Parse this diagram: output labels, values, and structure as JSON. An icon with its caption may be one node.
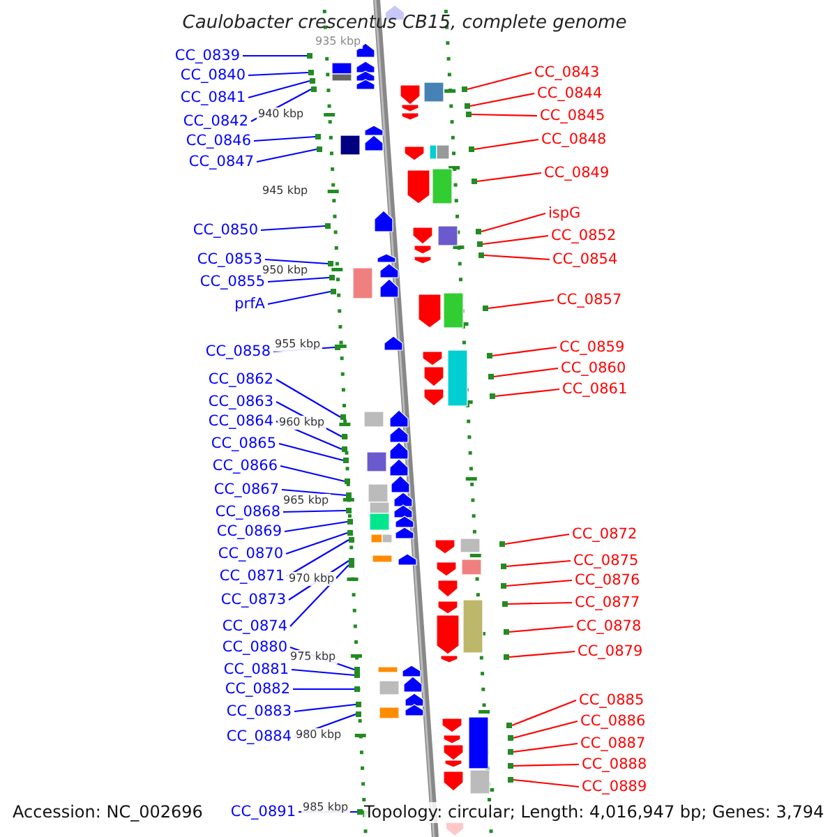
{
  "diagram": {
    "title": "Caulobacter crescentus CB15, complete genome",
    "nodes": [
      {
        "text": [
          "CC_0839"
        ]
      },
      {
        "text": [
          "CC_0840"
        ]
      },
      {
        "text": [
          "CC_0841"
        ]
      },
      {
        "text": [
          "CC_0842"
        ]
      },
      {
        "text": [
          "CC_0846"
        ]
      },
      {
        "text": [
          "CC_0847"
        ]
      },
      {
        "text": [
          "CC_0850"
        ]
      },
      {
        "text": [
          "CC_0853"
        ]
      },
      {
        "text": [
          "CC_0855"
        ]
      },
      {
        "text": [
          "prfA"
        ]
      },
      {
        "text": [
          "CC_0858"
        ]
      },
      {
        "text": [
          "CC_0862"
        ]
      },
      {
        "text": [
          "CC_0863"
        ]
      },
      {
        "text": [
          "CC_0864"
        ]
      },
      {
        "text": [
          "CC_0865"
        ]
      },
      {
        "text": [
          "CC_0866"
        ]
      },
      {
        "text": [
          "CC_0867"
        ]
      },
      {
        "text": [
          "CC_0868"
        ]
      },
      {
        "text": [
          "CC_0869"
        ]
      },
      {
        "text": [
          "CC_0870"
        ]
      },
      {
        "text": [
          "CC_0871"
        ]
      },
      {
        "text": [
          "CC_0873"
        ]
      },
      {
        "text": [
          "CC_0874"
        ]
      },
      {
        "text": [
          "CC_0880"
        ]
      },
      {
        "text": [
          "CC_0881"
        ]
      },
      {
        "text": [
          "CC_0882"
        ]
      },
      {
        "text": [
          "CC_0883"
        ]
      },
      {
        "text": [
          "CC_0884"
        ]
      },
      {
        "text": [
          "CC_0891"
        ]
      },
      {
        "text": [
          "CC_0843"
        ]
      },
      {
        "text": [
          "CC_0844"
        ]
      },
      {
        "text": [
          "CC_0845"
        ]
      },
      {
        "text": [
          "CC_0848"
        ]
      },
      {
        "text": [
          "CC_0849"
        ]
      },
      {
        "text": [
          "ispG"
        ]
      },
      {
        "text": [
          "CC_0852"
        ]
      },
      {
        "text": [
          "CC_0854"
        ]
      },
      {
        "text": [
          "CC_0857"
        ]
      },
      {
        "text": [
          "CC_0859"
        ]
      },
      {
        "text": [
          "CC_0860"
        ]
      },
      {
        "text": [
          "CC_0861"
        ]
      },
      {
        "text": [
          "CC_0872"
        ]
      },
      {
        "text": [
          "CC_0875"
        ]
      },
      {
        "text": [
          "CC_0876"
        ]
      },
      {
        "text": [
          "CC_0877"
        ]
      },
      {
        "text": [
          "CC_0878"
        ]
      },
      {
        "text": [
          "CC_0879"
        ]
      },
      {
        "text": [
          "CC_0885"
        ]
      },
      {
        "text": [
          "CC_0886"
        ]
      },
      {
        "text": [
          "CC_0887"
        ]
      },
      {
        "text": [
          "CC_0888"
        ]
      },
      {
        "text": [
          "CC_0889"
        ]
      },
      {
        "text": [],
        "shape": "box"
      },
      {
        "text": [],
        "shape": "box"
      },
      {
        "text": [],
        "shape": "box"
      },
      {
        "text": [],
        "shape": "box"
      },
      {
        "text": [],
        "shape": "box"
      },
      {
        "text": [],
        "shape": "box"
      },
      {
        "text": [],
        "shape": "box"
      },
      {
        "text": [],
        "shape": "box"
      },
      {
        "text": [],
        "shape": "box"
      },
      {
        "text": [],
        "shape": "box"
      },
      {
        "text": [],
        "shape": "box"
      },
      {
        "text": [],
        "shape": "box"
      },
      {
        "text": [],
        "shape": "box"
      },
      {
        "text": [],
        "shape": "box"
      },
      {
        "text": [],
        "shape": "box"
      },
      {
        "text": [],
        "shape": "box"
      },
      {
        "text": [],
        "shape": "box"
      },
      {
        "text": [],
        "shape": "box"
      },
      {
        "text": [],
        "shape": "box"
      },
      {
        "text": [],
        "shape": "box"
      },
      {
        "text": [],
        "shape": "box"
      },
      {
        "text": [],
        "shape": "box"
      },
      {
        "text": [],
        "shape": "box"
      },
      {
        "text": [],
        "shape": "box"
      },
      {
        "text": [],
        "shape": "box"
      },
      {
        "text": [],
        "shape": "box"
      },
      {
        "text": [],
        "shape": "box"
      },
      {
        "text": [],
        "shape": "box"
      },
      {
        "text": [],
        "shape": "box"
      },
      {
        "text": [],
        "shape": "box"
      },
      {
        "text": [],
        "shape": "box"
      },
      {
        "text": [],
        "shape": "box"
      },
      {
        "text": [],
        "shape": "box"
      },
      {
        "text": [],
        "shape": "box"
      },
      {
        "text": [],
        "shape": "box"
      },
      {
        "text": [],
        "shape": "box"
      },
      {
        "text": [],
        "shape": "box"
      },
      {
        "text": [],
        "shape": "box"
      },
      {
        "text": [],
        "shape": "box"
      },
      {
        "text": [],
        "shape": "box"
      },
      {
        "text": [],
        "shape": "box"
      },
      {
        "text": [],
        "shape": "box"
      },
      {
        "text": [],
        "shape": "box"
      },
      {
        "text": [],
        "shape": "box"
      },
      {
        "text": [],
        "shape": "box"
      },
      {
        "text": [],
        "shape": "box"
      },
      {
        "text": [],
        "shape": "box"
      },
      {
        "text": [],
        "shape": "box"
      },
      {
        "text": [],
        "shape": "box"
      },
      {
        "text": [],
        "shape": "box"
      },
      {
        "text": [],
        "shape": "box"
      },
      {
        "text": [],
        "shape": "box"
      }
    ],
    "edges": [
      {
        "from": 0,
        "to": 52,
        "arrow": "none"
      },
      {
        "from": 1,
        "to": 53,
        "arrow": "none"
      },
      {
        "from": 2,
        "to": 54,
        "arrow": "none"
      },
      {
        "from": 3,
        "to": 55,
        "arrow": "none"
      },
      {
        "from": 4,
        "to": 56,
        "arrow": "none"
      },
      {
        "from": 5,
        "to": 57,
        "arrow": "none"
      },
      {
        "from": 6,
        "to": 58,
        "arrow": "none"
      },
      {
        "from": 7,
        "to": 59,
        "arrow": "none"
      },
      {
        "from": 8,
        "to": 60,
        "arrow": "none"
      },
      {
        "from": 9,
        "to": 61,
        "arrow": "none"
      },
      {
        "from": 10,
        "to": 62,
        "arrow": "none"
      },
      {
        "from": 11,
        "to": 63,
        "arrow": "none"
      },
      {
        "from": 12,
        "to": 64,
        "arrow": "none"
      },
      {
        "from": 13,
        "to": 65,
        "arrow": "none"
      },
      {
        "from": 14,
        "to": 66,
        "arrow": "none"
      },
      {
        "from": 15,
        "to": 67,
        "arrow": "none"
      },
      {
        "from": 16,
        "to": 68,
        "arrow": "none"
      },
      {
        "from": 17,
        "to": 69,
        "arrow": "none"
      },
      {
        "from": 18,
        "to": 70,
        "arrow": "none"
      },
      {
        "from": 19,
        "to": 71,
        "arrow": "none"
      },
      {
        "from": 20,
        "to": 72,
        "arrow": "none"
      },
      {
        "from": 21,
        "to": 73,
        "arrow": "none"
      },
      {
        "from": 22,
        "to": 74,
        "arrow": "none"
      },
      {
        "from": 23,
        "to": 75,
        "arrow": "none"
      },
      {
        "from": 24,
        "to": 76,
        "arrow": "none"
      },
      {
        "from": 25,
        "to": 77,
        "arrow": "none"
      },
      {
        "from": 26,
        "to": 78,
        "arrow": "none"
      },
      {
        "from": 27,
        "to": 79,
        "arrow": "none"
      },
      {
        "from": 28,
        "to": 80,
        "arrow": "none"
      },
      {
        "from": 29,
        "to": 81,
        "arrow": "none",
        "color": "#ff0000"
      },
      {
        "from": 30,
        "to": 82,
        "arrow": "none",
        "color": "#ff0000"
      },
      {
        "from": 31,
        "to": 83,
        "arrow": "none",
        "color": "#ff0000"
      },
      {
        "from": 32,
        "to": 84,
        "arrow": "none",
        "color": "#ff0000"
      },
      {
        "from": 33,
        "to": 85,
        "arrow": "none",
        "color": "#ff0000"
      },
      {
        "from": 34,
        "to": 86,
        "arrow": "none",
        "color": "#ff0000"
      },
      {
        "from": 35,
        "to": 87,
        "arrow": "none",
        "color": "#ff0000"
      },
      {
        "from": 36,
        "to": 88,
        "arrow": "none",
        "color": "#ff0000"
      },
      {
        "from": 37,
        "to": 89,
        "arrow": "none",
        "color": "#ff0000"
      },
      {
        "from": 38,
        "to": 90,
        "arrow": "none",
        "color": "#ff0000"
      },
      {
        "from": 39,
        "to": 91,
        "arrow": "none",
        "color": "#ff0000"
      },
      {
        "from": 40,
        "to": 92,
        "arrow": "none",
        "color": "#ff0000"
      },
      {
        "from": 41,
        "to": 93,
        "arrow": "none",
        "color": "#ff0000"
      },
      {
        "from": 42,
        "to": 94,
        "arrow": "none",
        "color": "#ff0000"
      },
      {
        "from": 43,
        "to": 95,
        "arrow": "none",
        "color": "#ff0000"
      },
      {
        "from": 44,
        "to": 96,
        "arrow": "none",
        "color": "#ff0000"
      },
      {
        "from": 45,
        "to": 97,
        "arrow": "none",
        "color": "#ff0000"
      },
      {
        "from": 46,
        "to": 98,
        "arrow": "none",
        "color": "#ff0000"
      },
      {
        "from": 47,
        "to": 99,
        "arrow": "none",
        "color": "#ff0000"
      },
      {
        "from": 48,
        "to": 100,
        "arrow": "none",
        "color": "#ff0000"
      },
      {
        "from": 49,
        "to": 101,
        "arrow": "none",
        "color": "#ff0000"
      },
      {
        "from": 50,
        "to": 102,
        "arrow": "none",
        "color": "#ff0000"
      },
      {
        "from": 51,
        "to": 103,
        "arrow": "none",
        "color": "#ff0000"
      }
    ],
    "labels": [
      "935 kbp",
      "940 kbp",
      "945 kbp",
      "950 kbp",
      "955 kbp",
      "960 kbp",
      "965 kbp",
      "970 kbp",
      "975 kbp",
      "980 kbp",
      "985 kbp",
      "Accession: NC_002696",
      "Topology: circular; Length: 4,016,947 bp; Genes: 3,794"
    ]
  }
}
